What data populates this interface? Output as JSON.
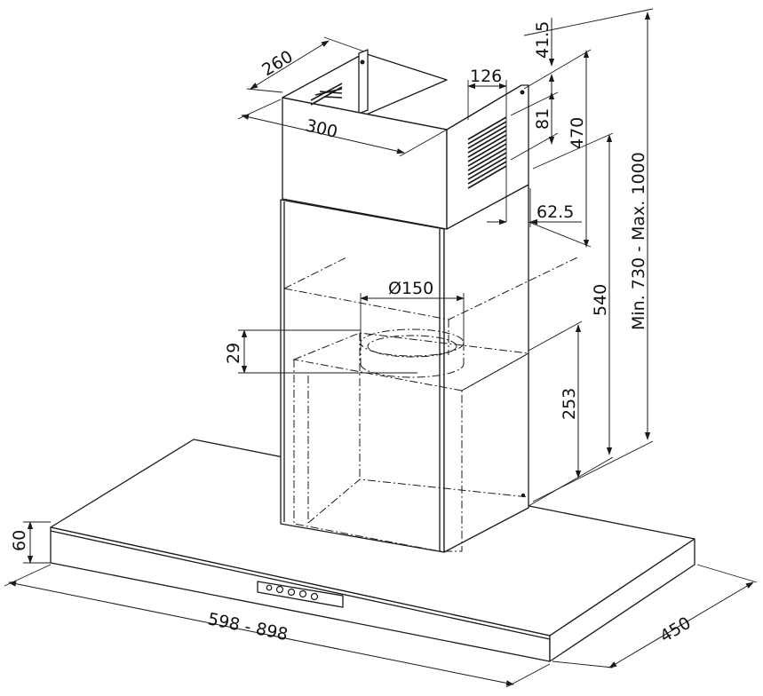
{
  "dimensions": {
    "chimney_depth": "260",
    "chimney_width": "300",
    "vent_width": "126",
    "top_offset": "41.5",
    "vent_height": "81",
    "upper_chimney_height": "470",
    "vent_offset": "62.5",
    "duct_diameter": "Ø150",
    "duct_collar_height": "29",
    "lower_chimney_height": "540",
    "motor_height": "253",
    "total_height_range": "Min. 730 - Max. 1000",
    "canopy_height": "60",
    "canopy_width_range": "598 - 898",
    "canopy_depth": "450"
  }
}
